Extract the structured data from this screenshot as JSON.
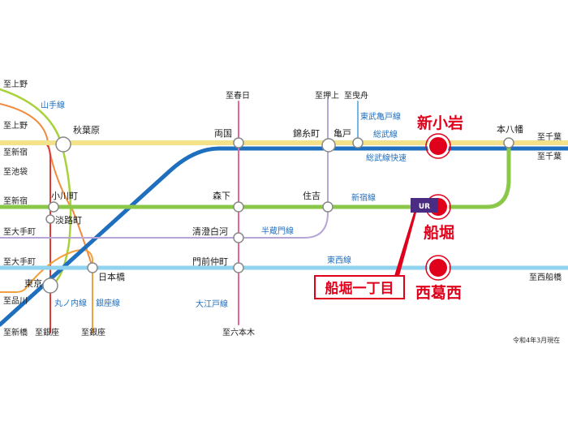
{
  "map": {
    "colors": {
      "sobu": "#f4e28a",
      "tozai": "#8fd3ef",
      "shinjuku": "#8bc84a",
      "hanzomon": "#b6a6d6",
      "oedo": "#e7679b",
      "asakusa": "#f2a79a",
      "mita": "#5b7fc4",
      "yamanote": "#a8d23c",
      "chuo": "#f08a3c",
      "marunouchi": "#e03a3a",
      "ginza": "#f0a03c",
      "tobu": "#74b8e8",
      "sobu_rapid": "#1f6fbf",
      "accent_red": "#e0001b",
      "line_label_blue": "#1f6fbf"
    },
    "directions": {
      "left_ueno_top": "至上野",
      "left_ueno_2": "至上野",
      "left_shinjuku_1": "至新宿",
      "left_ikebukuro": "至池袋",
      "left_shinjuku_2": "至新宿",
      "left_otemachi_1": "至大手町",
      "left_otemachi_2": "至大手町",
      "left_shinagawa": "至品川",
      "left_shinbashi": "至新橋",
      "bottom_ginza_1": "至銀座",
      "bottom_ginza_2": "至銀座",
      "top_kasuga": "至春日",
      "top_oshiage": "至押上",
      "top_hikifune": "至曳舟",
      "right_chiba_1": "至千葉",
      "right_chiba_2": "至千葉",
      "right_nishifunabashi": "至西船橋",
      "bottom_roppongi": "至六本木"
    },
    "lines": {
      "yamanote": "山手線",
      "tobu_kameido": "東武亀戸線",
      "sobu": "総武線",
      "sobu_rapid": "総武線快速",
      "shinjuku": "新宿線",
      "hanzomon": "半蔵門線",
      "tozai": "東西線",
      "marunouchi": "丸ノ内線",
      "ginza": "銀座線",
      "oedo": "大江戸線"
    },
    "stations": {
      "akihabara": "秋葉原",
      "ryogoku": "両国",
      "kinshicho": "錦糸町",
      "kameido": "亀戸",
      "shinkoiwa": "新小岩",
      "motoyawata": "本八幡",
      "ogawamachi": "小川町",
      "awajicho": "淡路町",
      "morishita": "森下",
      "sumiyoshi": "住吉",
      "funabori": "船堀",
      "kiyosumi": "清澄白河",
      "monzen": "門前仲町",
      "nishikasai": "西葛西",
      "nihonbashi": "日本橋",
      "tokyo": "東京"
    },
    "highlight": {
      "funabori_itchome": "船堀一丁目",
      "ur_logo": "UR"
    },
    "footnote": "令和4年3月現在"
  }
}
